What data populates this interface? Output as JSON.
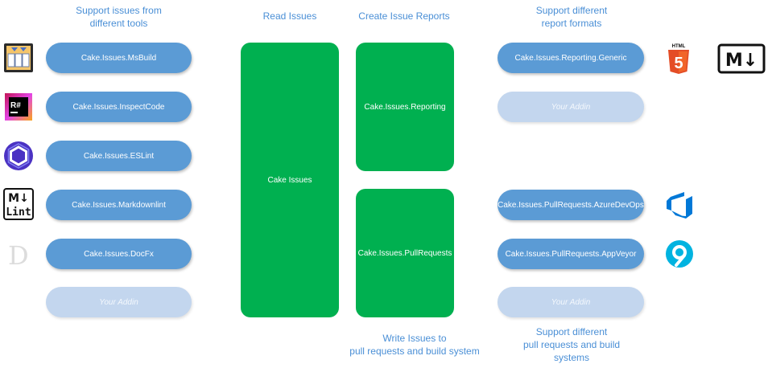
{
  "headings": {
    "support_tools": "Support issues from\ndifferent tools",
    "read_issues": "Read Issues",
    "create_reports": "Create Issue Reports",
    "support_formats": "Support different\nreport formats",
    "write_issues": "Write Issues to\npull requests and build system",
    "support_prs": "Support different\npull requests and build\nsystems"
  },
  "providers": [
    {
      "label": "Cake.Issues.MsBuild",
      "icon": "msbuild-icon"
    },
    {
      "label": "Cake.Issues.InspectCode",
      "icon": "resharper-icon"
    },
    {
      "label": "Cake.Issues.ESLint",
      "icon": "eslint-icon"
    },
    {
      "label": "Cake.Issues.Markdownlint",
      "icon": "markdownlint-icon"
    },
    {
      "label": "Cake.Issues.DocFx",
      "icon": "docfx-icon"
    },
    {
      "label": "Your Addin",
      "icon": ""
    }
  ],
  "core": {
    "label": "Cake Issues"
  },
  "reporting": {
    "label": "Cake.Issues.Reporting"
  },
  "pull_requests": {
    "label": "Cake.Issues.PullRequests"
  },
  "report_formats": [
    {
      "label": "Cake.Issues.Reporting.Generic"
    },
    {
      "label": "Your Addin"
    }
  ],
  "pr_systems": [
    {
      "label": "Cake.Issues.PullRequests.AzureDevOps",
      "icon": "azure-devops-icon"
    },
    {
      "label": "Cake.Issues.PullRequests.AppVeyor",
      "icon": "appveyor-icon"
    },
    {
      "label": "Your Addin"
    }
  ],
  "logos": {
    "html5": "HTML",
    "html5_digit": "5",
    "markdown": "M↓",
    "markdownlint_top": "M↓",
    "markdownlint_bottom": "Lint",
    "resharper": "R#",
    "docfx": "D"
  },
  "colors": {
    "accent_blue": "#5b9bd5",
    "addin_blue": "#c3d6ee",
    "green": "#00b050",
    "heading_blue": "#4a8fd6"
  }
}
